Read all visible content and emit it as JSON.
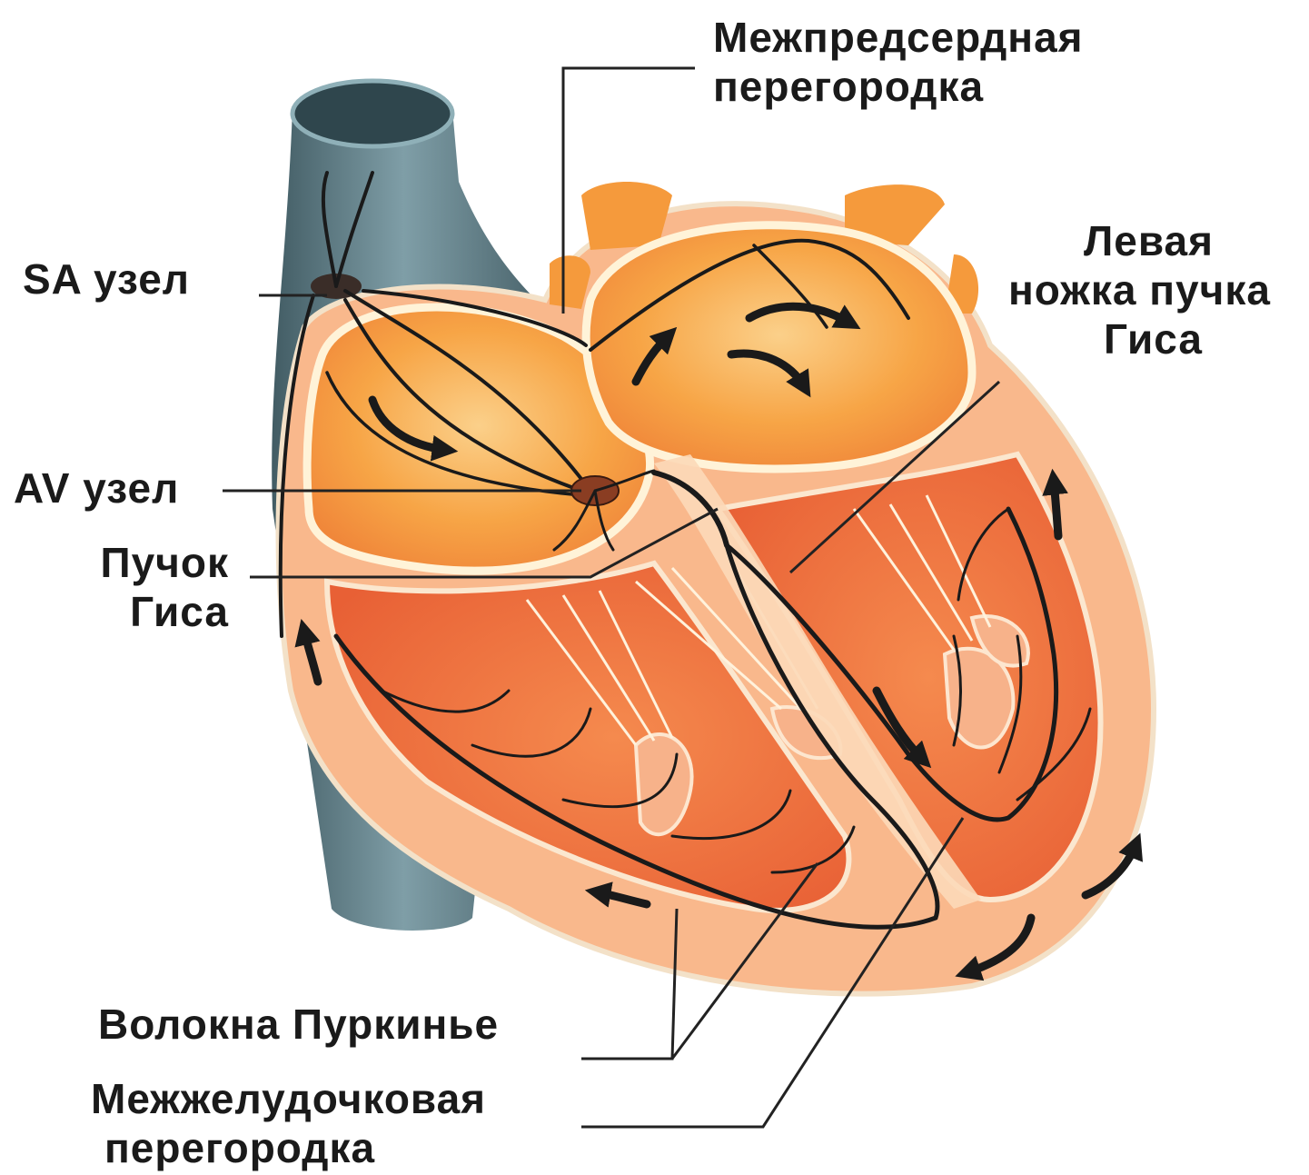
{
  "labels": {
    "interatrial_septum": [
      "Межпредсердная",
      "перегородка"
    ],
    "sa_node": "SA узел",
    "left_bundle_branch": [
      "Левая",
      "ножка пучка",
      "Гиса"
    ],
    "av_node": "AV узел",
    "bundle_of_his": [
      "Пучок",
      "Гиса"
    ],
    "purkinje_fibers": "Волокна Пуркинье",
    "interventricular_septum": [
      "Межжелудочковая",
      "перегородка"
    ]
  },
  "colors": {
    "vessel": "#6b8a93",
    "vessel_dark": "#3f5860",
    "heart_outer": "#f9b88c",
    "chamber_fill": "#f6a14a",
    "muscle": "#ef7040",
    "valve_white": "#fff6dc",
    "conduction": "#1a1a1a",
    "leader_line": "#222222"
  }
}
